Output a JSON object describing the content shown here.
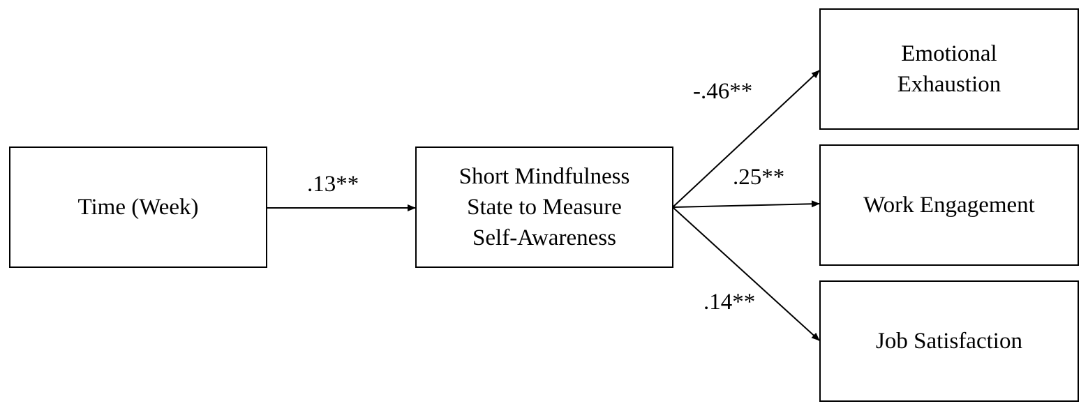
{
  "nodes": {
    "time": {
      "label": "Time (Week)"
    },
    "mindfulness": {
      "lines": [
        "Short Mindfulness",
        "State to Measure",
        "Self-Awareness"
      ]
    },
    "exhaustion": {
      "lines": [
        "Emotional",
        "Exhaustion"
      ]
    },
    "engagement": {
      "label": "Work Engagement"
    },
    "satisfaction": {
      "label": "Job Satisfaction"
    }
  },
  "paths": {
    "time_to_mindfulness": ".13**",
    "mindfulness_to_exhaustion": "-.46**",
    "mindfulness_to_engagement": ".25**",
    "mindfulness_to_satisfaction": ".14**"
  }
}
